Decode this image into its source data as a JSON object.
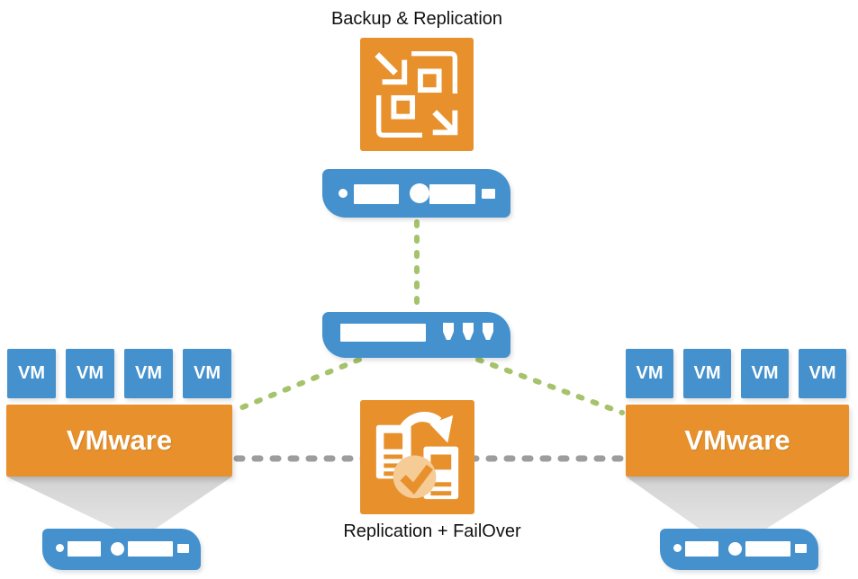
{
  "diagram": {
    "title": "Backup & Replication",
    "center_label": "Replication + FailOver"
  },
  "clusters": {
    "left": {
      "host": "VMware",
      "vms": [
        "VM",
        "VM",
        "VM",
        "VM"
      ]
    },
    "right": {
      "host": "VMware",
      "vms": [
        "VM",
        "VM",
        "VM",
        "VM"
      ]
    }
  },
  "icons": {
    "top": "backup-replication-icon",
    "center": "replication-failover-icon",
    "proxy": "server-appliance-icon",
    "switch": "network-switch-icon",
    "repository": "repository-server-icon"
  },
  "colors": {
    "orange": "#E8912C",
    "blue": "#4491CE",
    "green_dotted": "#A5C36B",
    "gray_dashed": "#9D9D9D",
    "funnel_gray": "#D9D9D9",
    "check_circle_fill": "#F5CB96",
    "text": "#111111",
    "background": "#FFFFFF"
  }
}
